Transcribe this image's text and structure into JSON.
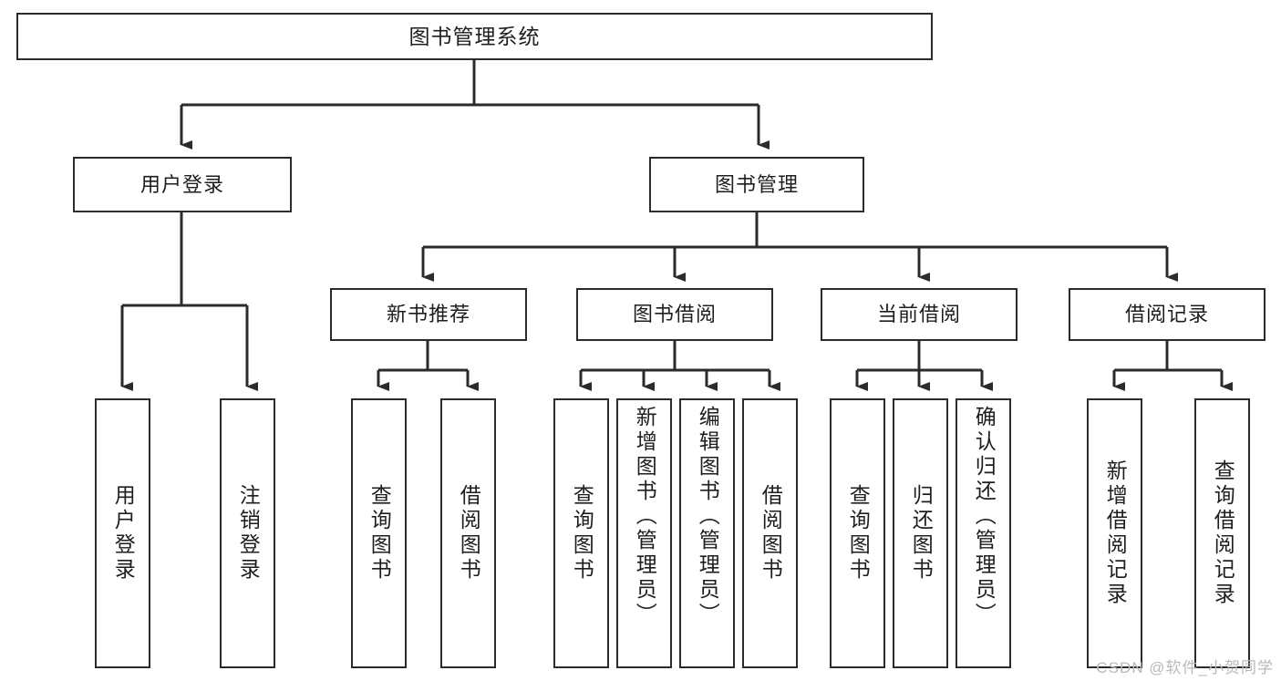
{
  "diagram": {
    "title": "图书管理系统",
    "type": "tree",
    "colors": {
      "background": "#ffffff",
      "box_border": "#2b2b2b",
      "box_fill": "#ffffff",
      "text": "#1e1e1e",
      "connector": "#2b2b2b",
      "watermark": "#b9b9b9"
    },
    "root": {
      "label": "图书管理系统"
    },
    "level2": [
      {
        "label": "用户登录"
      },
      {
        "label": "图书管理"
      }
    ],
    "level3": [
      {
        "label": "新书推荐"
      },
      {
        "label": "图书借阅"
      },
      {
        "label": "当前借阅"
      },
      {
        "label": "借阅记录"
      }
    ],
    "leaves": {
      "user_login": [
        {
          "label": "用户登录"
        },
        {
          "label": "注销登录"
        }
      ],
      "new_book_rec": [
        {
          "label": "查询图书"
        },
        {
          "label": "借阅图书"
        }
      ],
      "book_borrow": [
        {
          "label": "查询图书"
        },
        {
          "label": "新增图书（管理员）"
        },
        {
          "label": "编辑图书（管理员）"
        },
        {
          "label": "借阅图书"
        }
      ],
      "current_borrow": [
        {
          "label": "查询图书"
        },
        {
          "label": "归还图书"
        },
        {
          "label": "确认归还（管理员）"
        }
      ],
      "borrow_record": [
        {
          "label": "新增借阅记录"
        },
        {
          "label": "查询借阅记录"
        }
      ]
    }
  },
  "watermark": {
    "text": "CSDN @软件_小贺同学"
  }
}
